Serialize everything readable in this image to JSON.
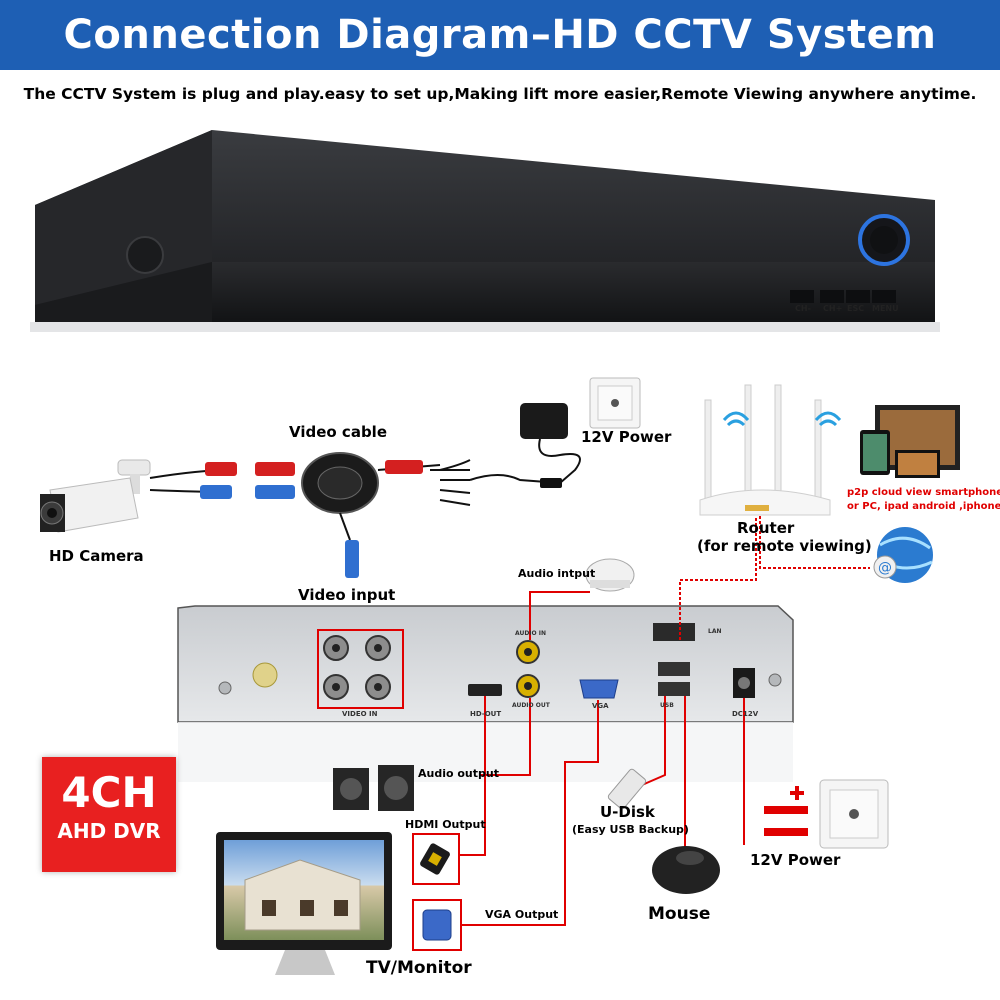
{
  "title": "Connection Diagram–HD CCTV System",
  "subtitle": "The CCTV System is plug and play.easy to set up,Making lift more easier,Remote Viewing anywhere anytime.",
  "dvr_front_buttons": [
    "CH-",
    "CH+",
    "ESC",
    "MENU"
  ],
  "labels": {
    "video_cable": "Video cable",
    "power_top": "12V Power",
    "hd_camera": "HD Camera",
    "video_input": "Video input",
    "audio_input": "Audio intput",
    "router": "Router",
    "router_sub": "(for remote viewing)",
    "p2p_line1": "p2p cloud  view smartphone",
    "p2p_line2": "or PC, ipad android ,iphone.",
    "audio_output": "Audio output",
    "hdmi_output": "HDMI Output",
    "vga_output": "VGA Output",
    "udisk": "U-Disk",
    "udisk_sub": "(Easy USB Backup)",
    "power_bottom": "12V Power",
    "mouse": "Mouse",
    "monitor": "TV/Monitor"
  },
  "rear_panel": {
    "video_in": "VIDEO IN",
    "hd_out": "HD-OUT",
    "audio_in": "AUDIO IN",
    "audio_out": "AUDIO OUT",
    "vga": "VGA",
    "lan": "LAN",
    "usb": "USB",
    "dc12v": "DC12V"
  },
  "badge": {
    "line1": "4CH",
    "line2": "AHD DVR"
  },
  "colors": {
    "banner": "#1e5fb4",
    "badge": "#e82020",
    "wire": "#e00000"
  }
}
